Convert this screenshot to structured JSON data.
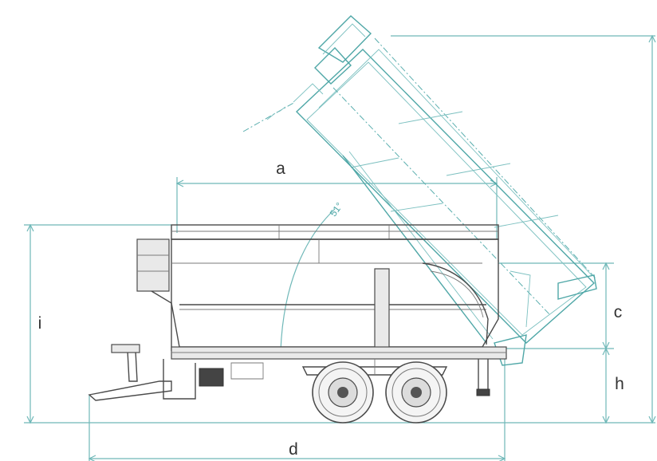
{
  "dimension_labels": {
    "a": "a",
    "c": "c",
    "d": "d",
    "h": "h",
    "i": "i"
  },
  "angle_label": "51°",
  "colors": {
    "dimension_lines": "#6fb8b8",
    "tipped_body_outline": "#4fa7a7",
    "trailer_outline": "#4a4a4a",
    "label_text": "#333333"
  }
}
